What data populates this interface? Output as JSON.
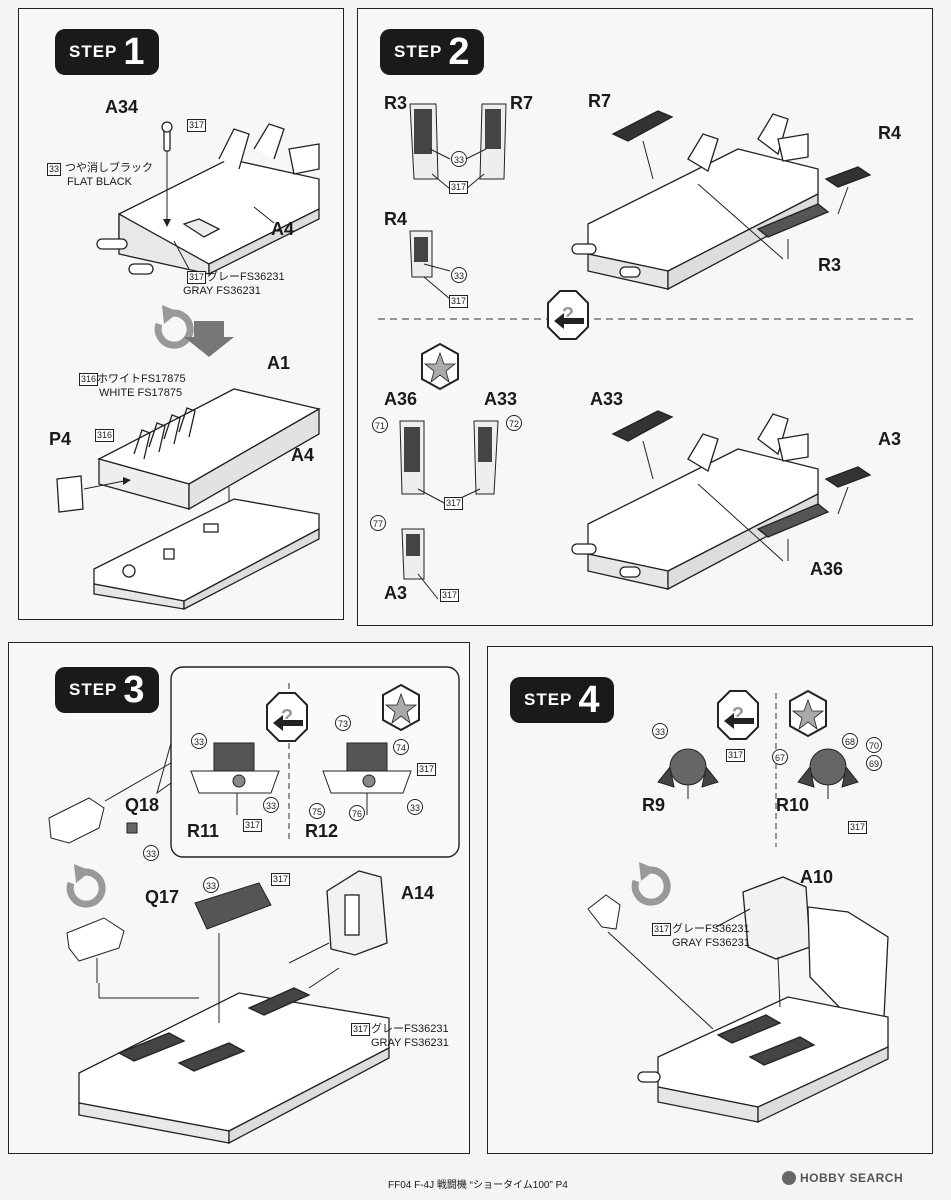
{
  "step_word": "STEP",
  "steps": [
    {
      "number": "1"
    },
    {
      "number": "2"
    },
    {
      "number": "3"
    },
    {
      "number": "4"
    }
  ],
  "step1": {
    "part_a34": "A34",
    "part_a4_top": "A4",
    "part_a1": "A1",
    "part_p4": "P4",
    "part_a4_bottom": "A4",
    "paint_33": "33",
    "paint_33_jp": "つや消しブラック",
    "paint_33_en": "FLAT BLACK",
    "paint_317_a": "317",
    "paint_317_b": "317",
    "paint_317_jp": "グレーFS36231",
    "paint_317_en": "GRAY FS36231",
    "paint_316_a": "316",
    "paint_316_b": "316",
    "paint_316_jp": "ホワイトFS17875",
    "paint_316_en": "WHITE FS17875"
  },
  "step2": {
    "r3": "R3",
    "r7": "R7",
    "r4": "R4",
    "r7_right": "R7",
    "r4_right": "R4",
    "r3_right": "R3",
    "c33_a": "33",
    "c317_a": "317",
    "c33_b": "33",
    "c317_b": "317",
    "a36": "A36",
    "a33": "A33",
    "a3": "A3",
    "a33_right": "A33",
    "a3_right": "A3",
    "a36_right": "A36",
    "c71": "71",
    "c72": "72",
    "c77": "77",
    "c317_c": "317",
    "c317_d": "317"
  },
  "step3": {
    "q18": "Q18",
    "q17": "Q17",
    "a14": "A14",
    "r11": "R11",
    "r12": "R12",
    "c33_r11a": "33",
    "c33_r11b": "33",
    "c317_r11": "317",
    "c73": "73",
    "c74": "74",
    "c75": "75",
    "c76": "76",
    "c317_r12": "317",
    "c33_r12": "33",
    "c33_q18": "33",
    "c33_q17": "33",
    "c317_q17": "317",
    "c317_a14": "317",
    "paint_jp": "グレーFS36231",
    "paint_en": "GRAY FS36231"
  },
  "step4": {
    "r9": "R9",
    "r10": "R10",
    "a10": "A10",
    "c33": "33",
    "c317_r9": "317",
    "c67": "67",
    "c68": "68",
    "c70": "70",
    "c69": "69",
    "c317_r10": "317",
    "c317_a10": "317",
    "paint_jp": "グレーFS36231",
    "paint_en": "GRAY FS36231"
  },
  "footer": {
    "caption": "FF04 F-4J 戦闘機 “ショータイム100” P4",
    "watermark": "HOBBY SEARCH"
  }
}
